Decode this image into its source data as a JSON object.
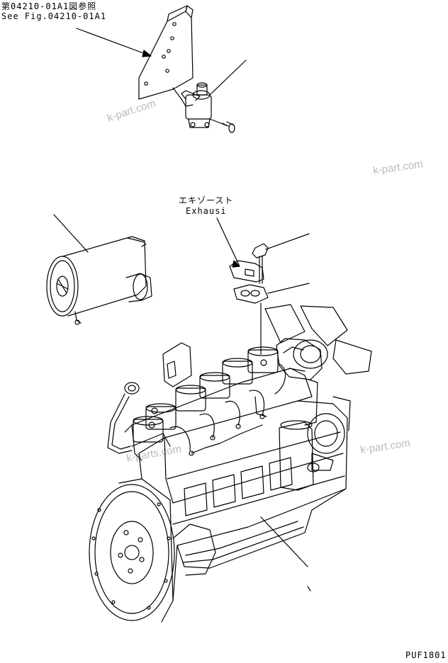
{
  "reference": {
    "jp": "第04210-01A1図参照",
    "en": "See Fig.04210-01A1"
  },
  "exhaust_label": {
    "jp": "エキゾースト",
    "en": "Exhausi"
  },
  "figure_code": "PUF1801",
  "watermarks": [
    "k-part.com",
    "k-part.com",
    "k-part.com",
    "k-parts.com"
  ]
}
